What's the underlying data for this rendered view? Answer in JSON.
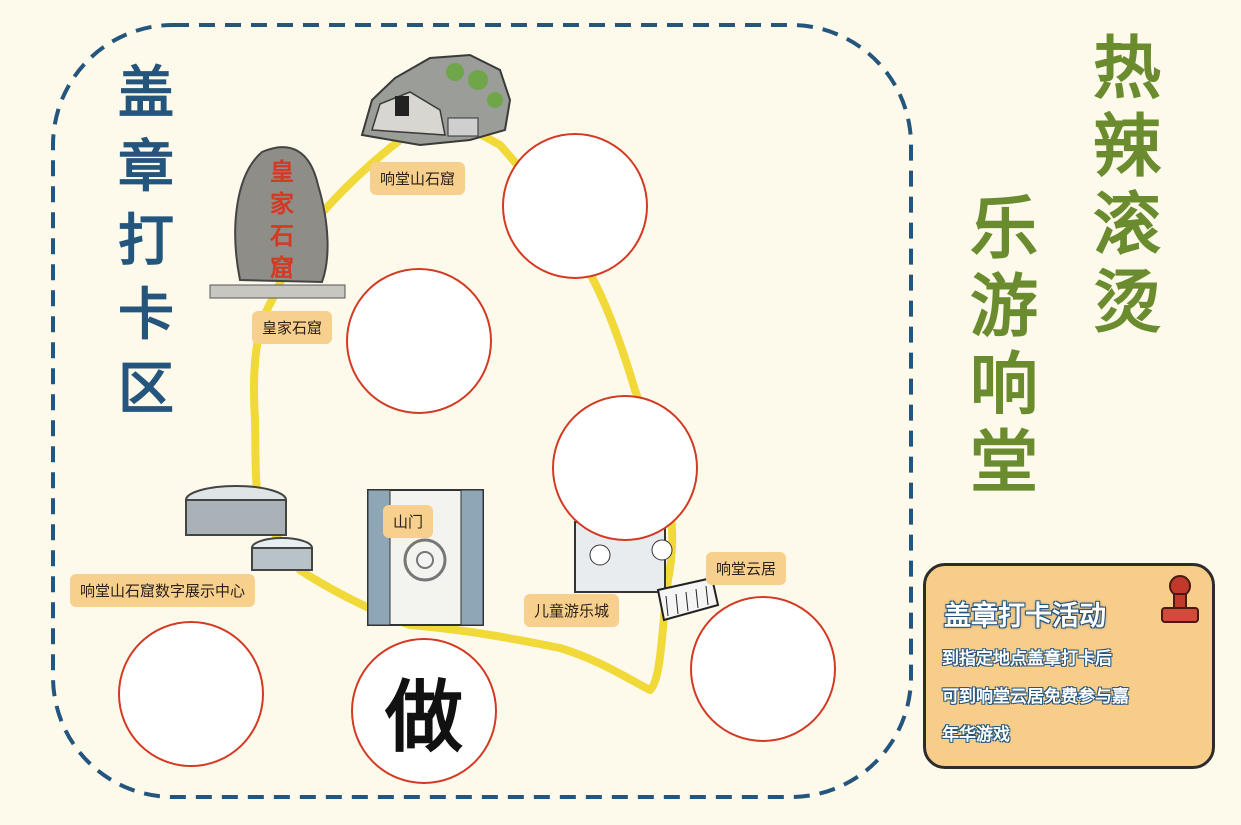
{
  "map_title": {
    "chars": [
      "热",
      "辣",
      "滚",
      "烫"
    ]
  },
  "map_subtitle": {
    "chars": [
      "乐",
      "游",
      "响",
      "堂"
    ]
  },
  "zone_title": {
    "chars": [
      "盖",
      "章",
      "打",
      "卡",
      "区"
    ]
  },
  "places": {
    "xiangtang_grotto": "响堂山石窟",
    "royal_grotto": "皇家石窟",
    "digital_center": "响堂山石窟数字展示中心",
    "mountain_gate": "山门",
    "kids_park": "儿童游乐城",
    "yunju": "响堂云居"
  },
  "royal_stone_text": [
    "皇",
    "家",
    "石",
    "窟"
  ],
  "stamp_circles": {
    "filled_char": "做"
  },
  "activity": {
    "title": "盖章打卡活动",
    "lines": [
      "到指定地点盖章打卡后",
      "可到响堂云居免费参与嘉",
      "年华游戏"
    ]
  },
  "colors": {
    "background": "#fdfaeb",
    "dashed_border": "#24557d",
    "route": "#f2d93a",
    "circle_border": "#d33a24",
    "label_bg": "#f7d08e",
    "title_green": "#6a8c2e",
    "zone_title_blue": "#24557d"
  }
}
